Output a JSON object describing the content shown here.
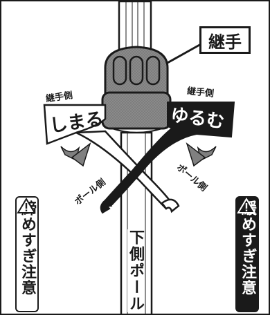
{
  "callout": {
    "label": "継手"
  },
  "left_band": {
    "side_label": "継手側",
    "action": "しまる"
  },
  "right_band": {
    "side_label": "継手側",
    "action": "ゆるむ"
  },
  "pole_side_left": "ポール側",
  "pole_side_right": "ポール側",
  "lower_pole": "下側ポール",
  "left_warning": {
    "text": "締めすぎ注意"
  },
  "right_warning": {
    "text": "緩めすぎ注意"
  },
  "colors": {
    "ink": "#1a1a1a",
    "gray": "#7f7f7f",
    "white": "#ffffff"
  }
}
